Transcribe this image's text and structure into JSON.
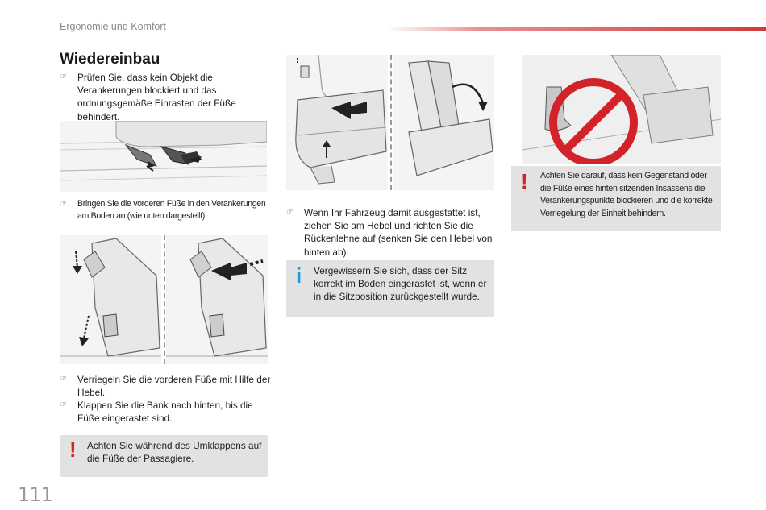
{
  "header": {
    "section_label": "Ergonomie und Komfort",
    "accent_color": "#d23a3a"
  },
  "title": "Wiedereinbau",
  "left_column": {
    "bullet_1": "Prüfen Sie, dass kein Objekt die Verankerungen blockiert und das ordnungsgemäße Einrasten der Füße behindert.",
    "bullet_2": "Bringen Sie die vorderen Füße in den Verankerungen am Boden an (wie unten dargestellt).",
    "bullet_3": "Verriegeln Sie die vorderen Füße mit Hilfe der Hebel.",
    "bullet_4": "Klappen Sie die Bank nach hinten, bis die Füße eingerastet sind.",
    "warning": "Achten Sie während des Umklappens auf die Füße der Passagiere."
  },
  "middle_column": {
    "bullet_1": "Wenn Ihr Fahrzeug damit ausgestattet ist, ziehen Sie am Hebel und richten Sie die Rückenlehne auf (senken Sie den Hebel von hinten ab).",
    "info": "Vergewissern Sie sich, dass der Sitz korrekt im Boden eingerastet ist, wenn er in die Sitzposition zurückgestellt wurde."
  },
  "right_column": {
    "warning": "Achten Sie darauf, dass kein Gegenstand oder die Füße eines hinten sitzenden Insassens die Verankerungspunkte blockieren und die korrekte Verriegelung der Einheit behindern."
  },
  "icons": {
    "bullet_symbol": "☞",
    "warning_symbol": "!",
    "info_symbol": "i"
  },
  "page_number": "111",
  "colors": {
    "warning_red": "#d2232a",
    "info_blue": "#1e9bd7",
    "note_bg": "#e2e2e2"
  }
}
